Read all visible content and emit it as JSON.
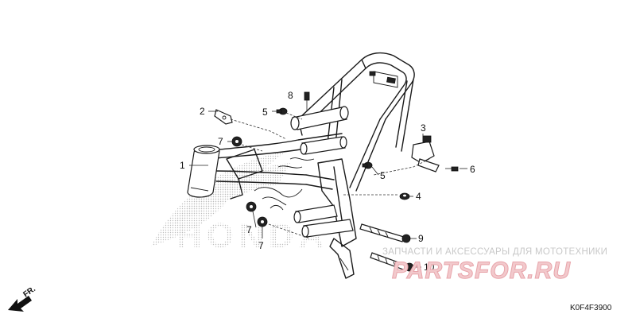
{
  "diagram": {
    "callouts": [
      {
        "id": "1",
        "label": "1"
      },
      {
        "id": "2",
        "label": "2"
      },
      {
        "id": "3",
        "label": "3"
      },
      {
        "id": "4",
        "label": "4"
      },
      {
        "id": "5a",
        "label": "5"
      },
      {
        "id": "5b",
        "label": "5"
      },
      {
        "id": "6",
        "label": "6"
      },
      {
        "id": "7a",
        "label": "7"
      },
      {
        "id": "7b",
        "label": "7"
      },
      {
        "id": "7c",
        "label": "7"
      },
      {
        "id": "8",
        "label": "8"
      },
      {
        "id": "9",
        "label": "9"
      },
      {
        "id": "10",
        "label": "10"
      }
    ],
    "background_logo": "HONDA",
    "direction_marker": "FR.",
    "drawing_code": "K0F4F3900"
  },
  "watermark": {
    "tagline": "ЗАПЧАСТИ И АКСЕССУАРЫ ДЛЯ МОТОТЕХНИКИ",
    "logo": "PARTSFOR.RU",
    "logo_color": "#e8a5ab"
  }
}
